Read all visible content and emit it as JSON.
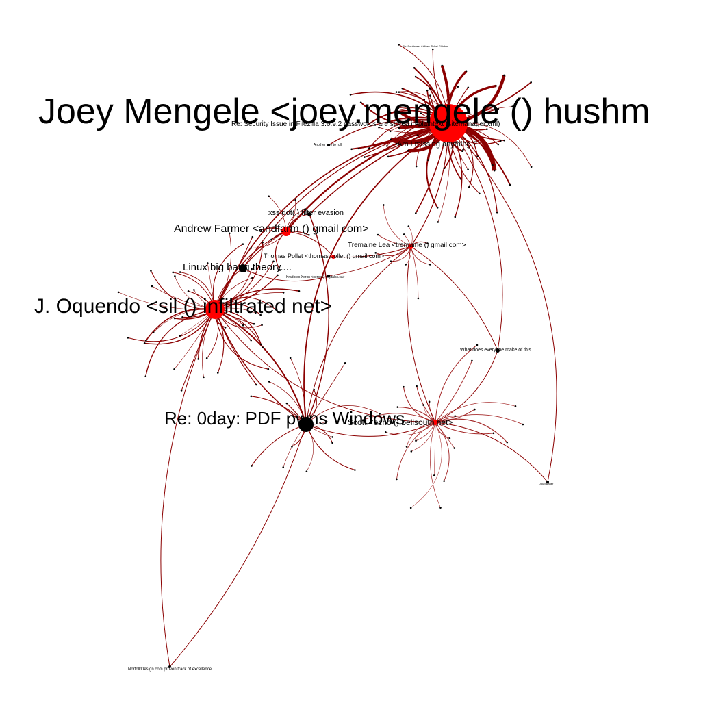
{
  "colors": {
    "edge": "#8b0000",
    "edge_light": "#a52a2a",
    "node_red": "#ff0000",
    "node_black": "#000000",
    "label": "#000000",
    "background": "#ffffff"
  },
  "labels": {
    "joey": "Joey Mengele <joey.mengele () hushm",
    "filezilla": "Re: Security Issue in Filezilla 3.0.9.2 passwords are stored in plaintext (sitemanager.xml)",
    "am_missing": "Am I missing anything ?",
    "another": "Another one to roll",
    "southwest": "Re: Southwest Airlines Ticket Glitches",
    "xss": "xss dot(.) filter evasion",
    "andrew": "Andrew Farmer <andfarm () gmail com>",
    "tremaine": "Tremaine Lea <tremaine () gmail com>",
    "thomas": "Thomas Pollet <thomas.pollet () gmail com>",
    "linux": "Linux big bang theory....",
    "kradorex": "Kradorex Xeron <xeron () digitalss.ca>",
    "oquendo": "J. Oquendo <sil () infiltrated net>",
    "what_does": "What does everyone make of this",
    "pdf": "Re: 0day: PDF pwns Windows",
    "scott": "Scott <echo () bellsouth net>",
    "norfolk": "NorfolkDesign.com proven track of excellence",
    "doug": "Doug Bauer"
  }
}
